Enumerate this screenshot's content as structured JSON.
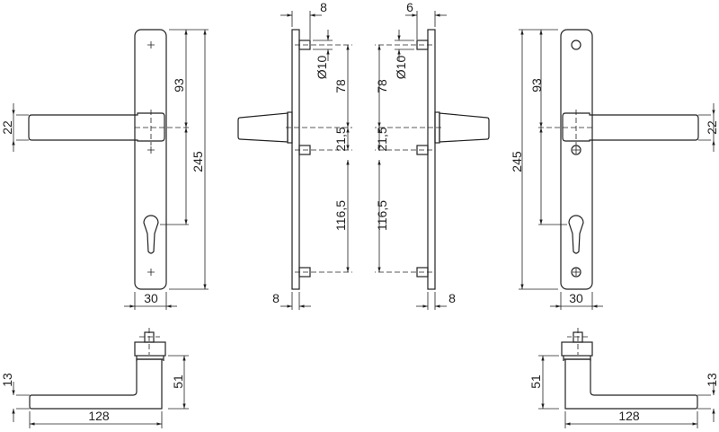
{
  "dimensions": {
    "left_front": {
      "handle_height": "22",
      "lever_to_key": "93",
      "plate_length": "245",
      "plate_width": "30"
    },
    "left_side": {
      "pin_offset": "8",
      "pin_diameter": "Ø10",
      "upper_spacing": "78",
      "lever_to_pin": "21,5",
      "lower_spacing": "116,5",
      "plate_thickness": "8"
    },
    "right_side": {
      "pin_offset": "6",
      "pin_diameter": "Ø10",
      "upper_spacing": "78",
      "lever_to_pin": "21,5",
      "lower_spacing": "116,5",
      "plate_thickness": "8"
    },
    "right_front": {
      "handle_height": "22",
      "lever_to_key": "93",
      "plate_length": "245",
      "plate_width": "30"
    },
    "left_top": {
      "bar_thickness": "13",
      "projection": "51",
      "lever_length": "128"
    },
    "right_top": {
      "bar_thickness": "13",
      "projection": "51",
      "lever_length": "128"
    }
  }
}
